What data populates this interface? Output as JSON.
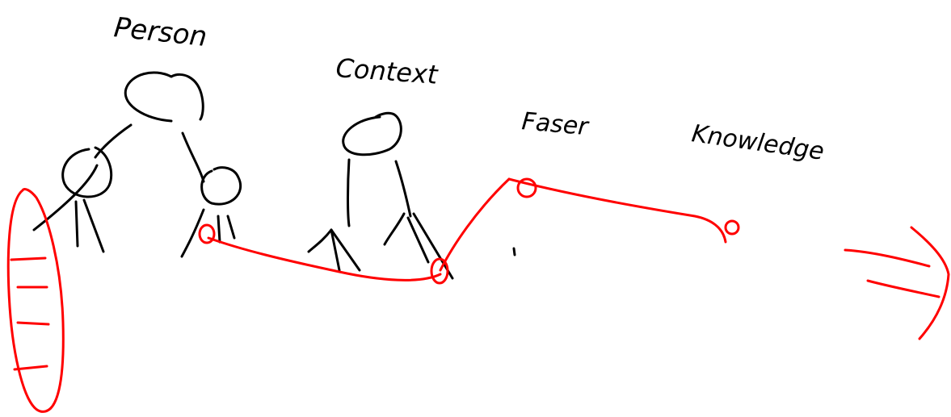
{
  "labels": {
    "person": "Person",
    "context": "Context",
    "faser": "Faser",
    "knowledge": "Knowledge"
  },
  "colors": {
    "background": "#ffffff",
    "ink": "#000000",
    "accent": "#ff0000"
  }
}
